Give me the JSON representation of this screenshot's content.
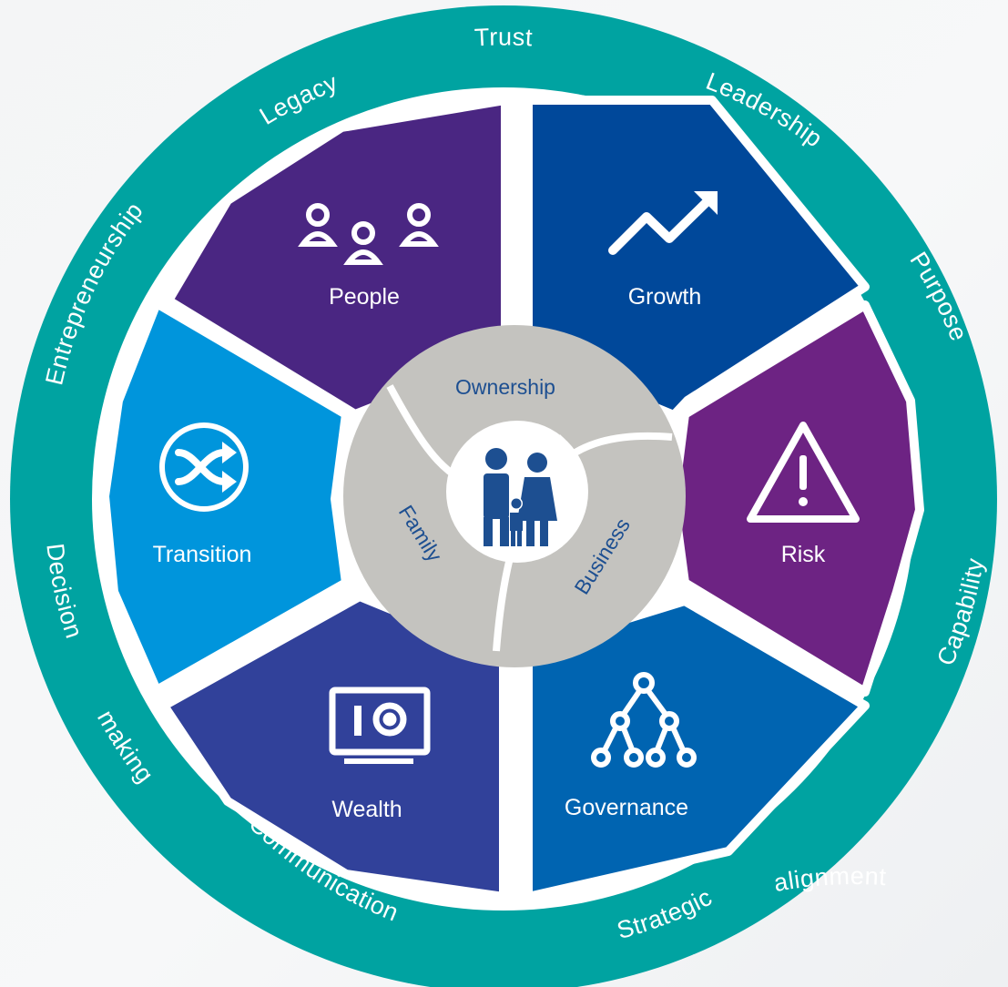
{
  "outer_ring": {
    "color": "#00a3a1",
    "labels": [
      "Trust",
      "Leadership",
      "Purpose",
      "Capability",
      "alignment",
      "Strategic",
      "Communication",
      "making",
      "Decision",
      "Entrepreneurship",
      "Legacy"
    ]
  },
  "segments": [
    {
      "label": "Growth",
      "color": "#00489a",
      "icon": "trending-up-icon"
    },
    {
      "label": "Risk",
      "color": "#6d2383",
      "icon": "warning-triangle-icon"
    },
    {
      "label": "Governance",
      "color": "#0064b1",
      "icon": "org-tree-icon"
    },
    {
      "label": "Wealth",
      "color": "#31419a",
      "icon": "safe-icon"
    },
    {
      "label": "Transition",
      "color": "#0095dc",
      "icon": "shuffle-icon"
    },
    {
      "label": "People",
      "color": "#4a2682",
      "icon": "people-icon"
    }
  ],
  "hub": {
    "color": "#c4c3bf",
    "labels": [
      "Ownership",
      "Business",
      "Family"
    ],
    "center_icon": "family-icon",
    "text_color": "#1d4f91"
  }
}
